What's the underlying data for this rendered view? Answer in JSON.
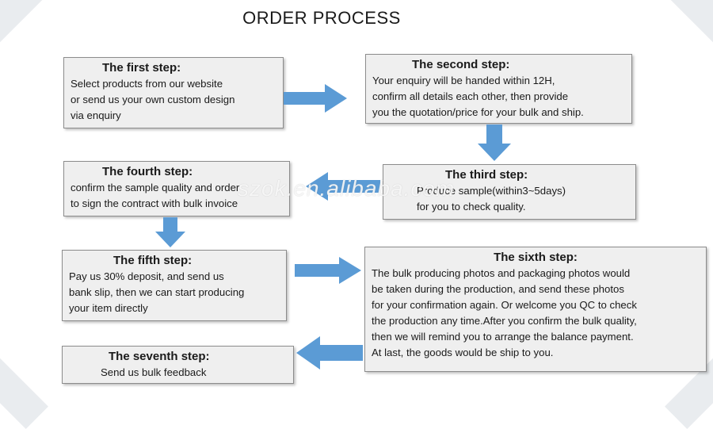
{
  "title": "ORDER PROCESS",
  "steps": [
    {
      "heading": "The first step:",
      "body": "Select  products from our website\nor send us your own custom design\nvia enquiry"
    },
    {
      "heading": "The second step:",
      "body": "Your enquiry will be handed within 12H,\nconfirm all details each other, then provide\nyou the quotation/price for your bulk and  ship."
    },
    {
      "heading": "The third step:",
      "body": "Produce sample(within3~5days)\nfor you to check quality."
    },
    {
      "heading": "The fourth step:",
      "body": "confirm the sample quality and order\nto sign the contract with bulk invoice"
    },
    {
      "heading": "The fifth step:",
      "body": "Pay us 30% deposit, and send us\n bank slip, then we can start producing\nyour item directly"
    },
    {
      "heading": "The sixth step:",
      "body": "The bulk producing photos and packaging photos would\n be taken during the production, and send these photos\nfor your confirmation again. Or welcome you QC to check\nthe production any time.After you confirm the bulk quality,\nthen we will remind you to arrange the balance payment.\nAt last, the goods would be ship to you."
    },
    {
      "heading": "The seventh step:",
      "body": "Send us bulk feedback"
    }
  ],
  "watermark": "szok.en.alibaba.com",
  "colors": {
    "arrow": "#5b9bd5",
    "box_fill": "#efefef",
    "box_border": "#8c8c8c"
  }
}
